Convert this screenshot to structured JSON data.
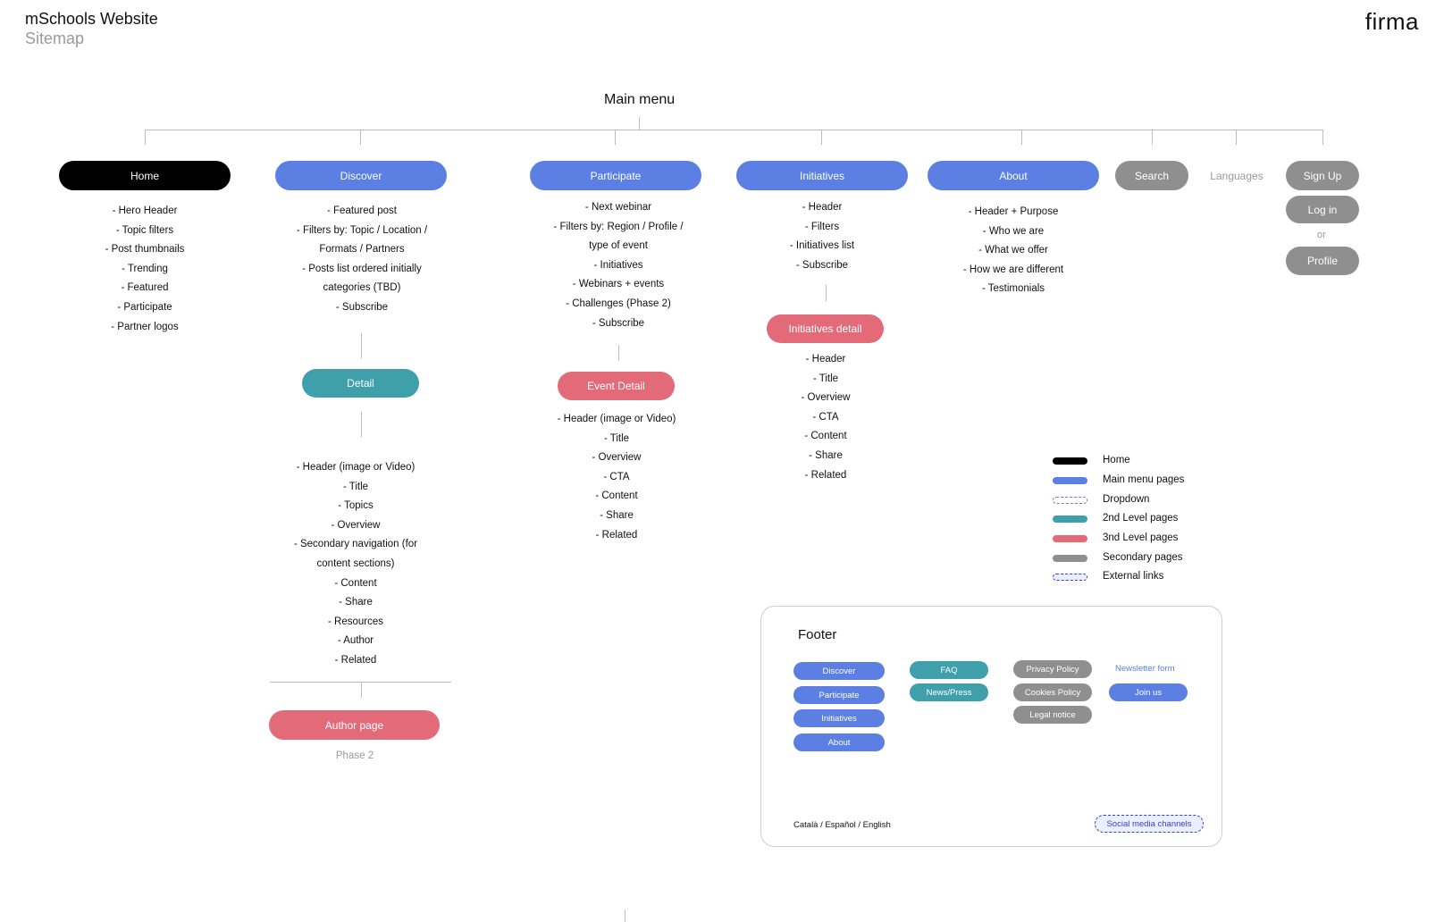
{
  "header": {
    "title": "mSchools Website",
    "subtitle": "Sitemap",
    "brand": "firma"
  },
  "main_menu_label": "Main menu",
  "nodes": {
    "home": "Home",
    "discover": "Discover",
    "participate": "Participate",
    "initiatives": "Initiatives",
    "about": "About",
    "search": "Search",
    "languages": "Languages",
    "signup": "Sign Up",
    "login": "Log in",
    "or": "or",
    "profile": "Profile",
    "detail": "Detail",
    "event_detail": "Event Detail",
    "initiatives_detail": "Initiatives detail",
    "author_page": "Author page",
    "phase2": "Phase 2"
  },
  "lists": {
    "home": [
      "- Hero Header",
      "- Topic filters",
      "- Post thumbnails",
      "- Trending",
      "- Featured",
      "- Participate",
      "- Partner logos"
    ],
    "discover": [
      "- Featured post",
      "- Filters by: Topic / Location /",
      "Formats / Partners",
      "- Posts list ordered initially",
      "categories (TBD)",
      "- Subscribe"
    ],
    "participate": [
      "- Next webinar",
      "- Filters by: Region / Profile /",
      "type of event",
      "- Initiatives",
      "- Webinars + events",
      "- Challenges (Phase 2)",
      "- Subscribe"
    ],
    "initiatives": [
      "- Header",
      "- Filters",
      "- Initiatives list",
      "- Subscribe"
    ],
    "about": [
      "- Header + Purpose",
      "- Who we are",
      "- What we offer",
      "- How we are different",
      "- Testimonials"
    ],
    "detail": [
      "- Header (image or Video)",
      "- Title",
      "- Topics",
      "- Overview",
      "- Secondary navigation (for",
      "content sections)",
      "- Content",
      "- Share",
      "- Resources",
      "- Author",
      "- Related"
    ],
    "event_detail": [
      "- Header (image or Video)",
      "- Title",
      "- Overview",
      "- CTA",
      "- Content",
      "- Share",
      "- Related"
    ],
    "initiatives_detail": [
      "- Header",
      "- Title",
      "- Overview",
      "- CTA",
      "- Content",
      "- Share",
      "- Related"
    ]
  },
  "legend": [
    {
      "label": "Home",
      "color": "#000000"
    },
    {
      "label": "Main menu pages",
      "color": "#5b7fe2"
    },
    {
      "label": "Dropdown",
      "color": "#5b7fe2"
    },
    {
      "label": "2nd Level pages",
      "color": "#3f9fab"
    },
    {
      "label": "3nd Level pages",
      "color": "#e26a79"
    },
    {
      "label": "Secondary pages",
      "color": "#8f8f8f"
    },
    {
      "label": "External links",
      "color": "#3b3bd6"
    }
  ],
  "footer": {
    "title": "Footer",
    "main_links": [
      "Discover",
      "Participate",
      "Initiatives",
      "About"
    ],
    "second_links": [
      "FAQ",
      "News/Press"
    ],
    "secondary_links": [
      "Privacy Policy",
      "Cookies Policy",
      "Legal notice"
    ],
    "newsletter": "Newsletter form",
    "join": "Join us",
    "languages": "Català / Español / English",
    "social": "Social media channels"
  }
}
